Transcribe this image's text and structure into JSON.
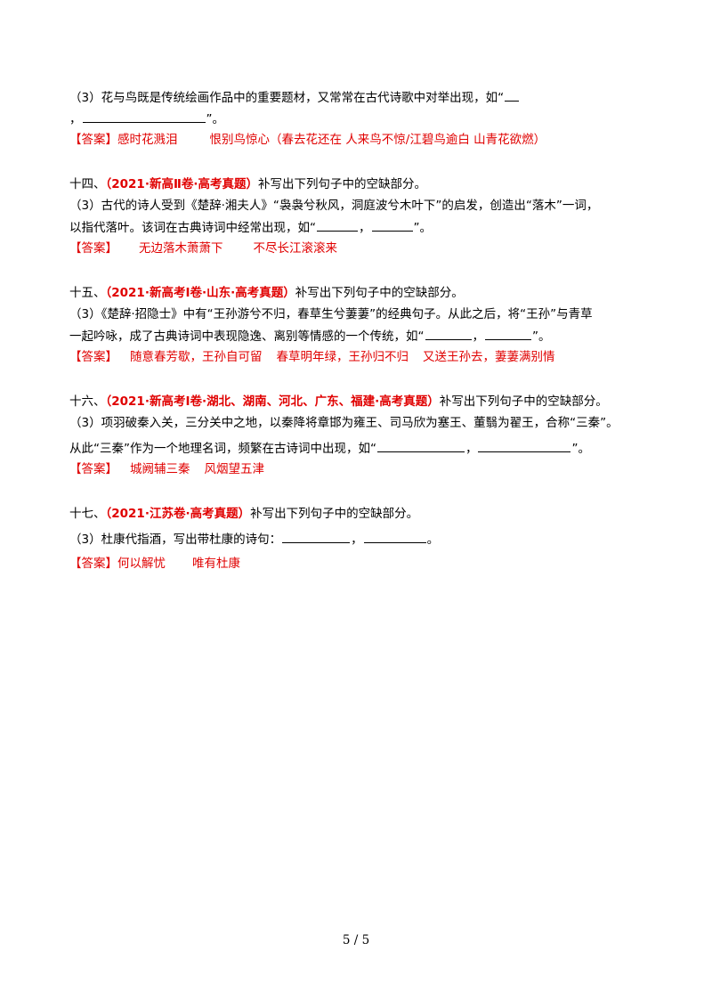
{
  "q13": {
    "line1_prefix": "（3）花与鸟既是传统绘画作品中的重要题材，又常常在古代诗歌中对举出现，如“",
    "line2_prefix": "，",
    "line2_suffix": "”。",
    "answer_label": "【答案】",
    "answer_a": "感时花溅泪",
    "answer_b": "恨别鸟惊心（春去花还在 人来鸟不惊/江碧鸟逾白 山青花欲燃）"
  },
  "q14": {
    "number": "十四、",
    "source": "（2021·新高Ⅱ卷·高考真题）",
    "instruction": "补写出下列句子中的空缺部分。",
    "line1": "（3）古代的诗人受到《楚辞·湘夫人》“袅袅兮秋风，洞庭波兮木叶下”的启发，创造出“落木”一词，",
    "line2_prefix": "以指代落叶。该词在古典诗词中经常出现，如“",
    "line2_mid": "，",
    "line2_suffix": "”。",
    "answer_label": "【答案】",
    "answer_a": "无边落木萧萧下",
    "answer_b": "不尽长江滚滚来"
  },
  "q15": {
    "number": "十五、",
    "source": "（2021·新高考Ⅰ卷·山东·高考真题）",
    "instruction": "补写出下列句子中的空缺部分。",
    "line1": "（3）《楚辞·招隐士》中有“王孙游兮不归，春草生兮萋萋”的经典句子。从此之后，将“王孙”与青草",
    "line2_prefix": "一起吟咏，成了古典诗词中表现隐逸、离别等情感的一个传统，如“",
    "line2_mid": "，",
    "line2_suffix": "”。",
    "answer_label": "【答案】",
    "answer_a": "随意春芳歇，王孙自可留",
    "answer_b": "春草明年绿，王孙归不归",
    "answer_c": "又送王孙去，萋萋满别情"
  },
  "q16": {
    "number": "十六、",
    "source": "（2021·新高考Ⅰ卷·湖北、湖南、河北、广东、福建·高考真题）",
    "instruction": "补写出下列句子中的空缺部分。",
    "line1": "（3）项羽破秦入关，三分关中之地，以秦降将章邯为雍王、司马欣为塞王、董翳为翟王，合称“三秦”。",
    "line2_prefix": "从此“三秦”作为一个地理名词，频繁在古诗词中出现，如“",
    "line2_mid": "，",
    "line2_suffix": "”。",
    "answer_label": "【答案】",
    "answer_a": "城阙辅三秦",
    "answer_b": "风烟望五津"
  },
  "q17": {
    "number": "十七、",
    "source": "（2021·江苏卷·高考真题）",
    "instruction": "补写出下列句子中的空缺部分。",
    "line1_prefix": "（3）杜康代指酒，写出带杜康的诗句：",
    "line1_mid": "，",
    "line1_suffix": "。",
    "answer_label": "【答案】",
    "answer_a": "何以解忧",
    "answer_b": "唯有杜康"
  },
  "footer": {
    "page": "5 / 5"
  }
}
